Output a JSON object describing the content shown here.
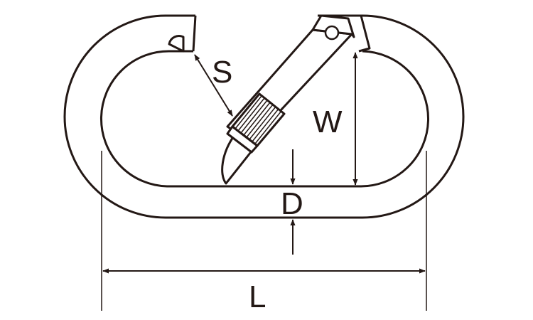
{
  "labels": {
    "gate_opening": "S",
    "inner_width": "W",
    "wire_diameter": "D",
    "length": "L"
  },
  "colors": {
    "line": "#231815",
    "background": "#ffffff"
  }
}
